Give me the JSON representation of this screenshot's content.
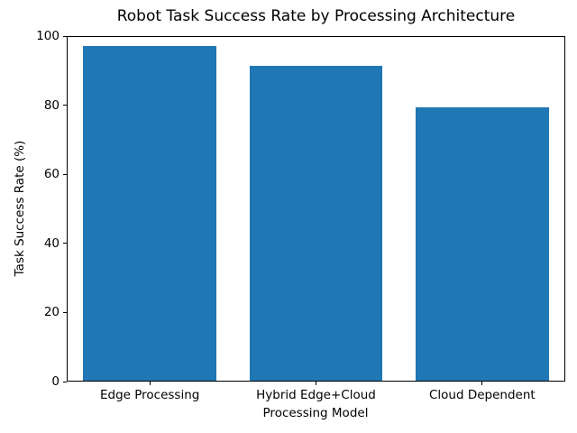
{
  "chart_data": {
    "type": "bar",
    "title": "Robot Task Success Rate by Processing Architecture",
    "xlabel": "Processing Model",
    "ylabel": "Task Success Rate (%)",
    "categories": [
      "Edge Processing",
      "Hybrid Edge+Cloud",
      "Cloud Dependent"
    ],
    "values": [
      97,
      91,
      79
    ],
    "ylim": [
      0,
      100
    ],
    "yticks": [
      0,
      20,
      40,
      60,
      80,
      100
    ],
    "bar_width_fraction": 0.8,
    "grid": false,
    "legend": "none"
  },
  "colors": {
    "bar": "#1f77b4",
    "background": "#ffffff",
    "text": "#000000",
    "spine": "#000000"
  }
}
